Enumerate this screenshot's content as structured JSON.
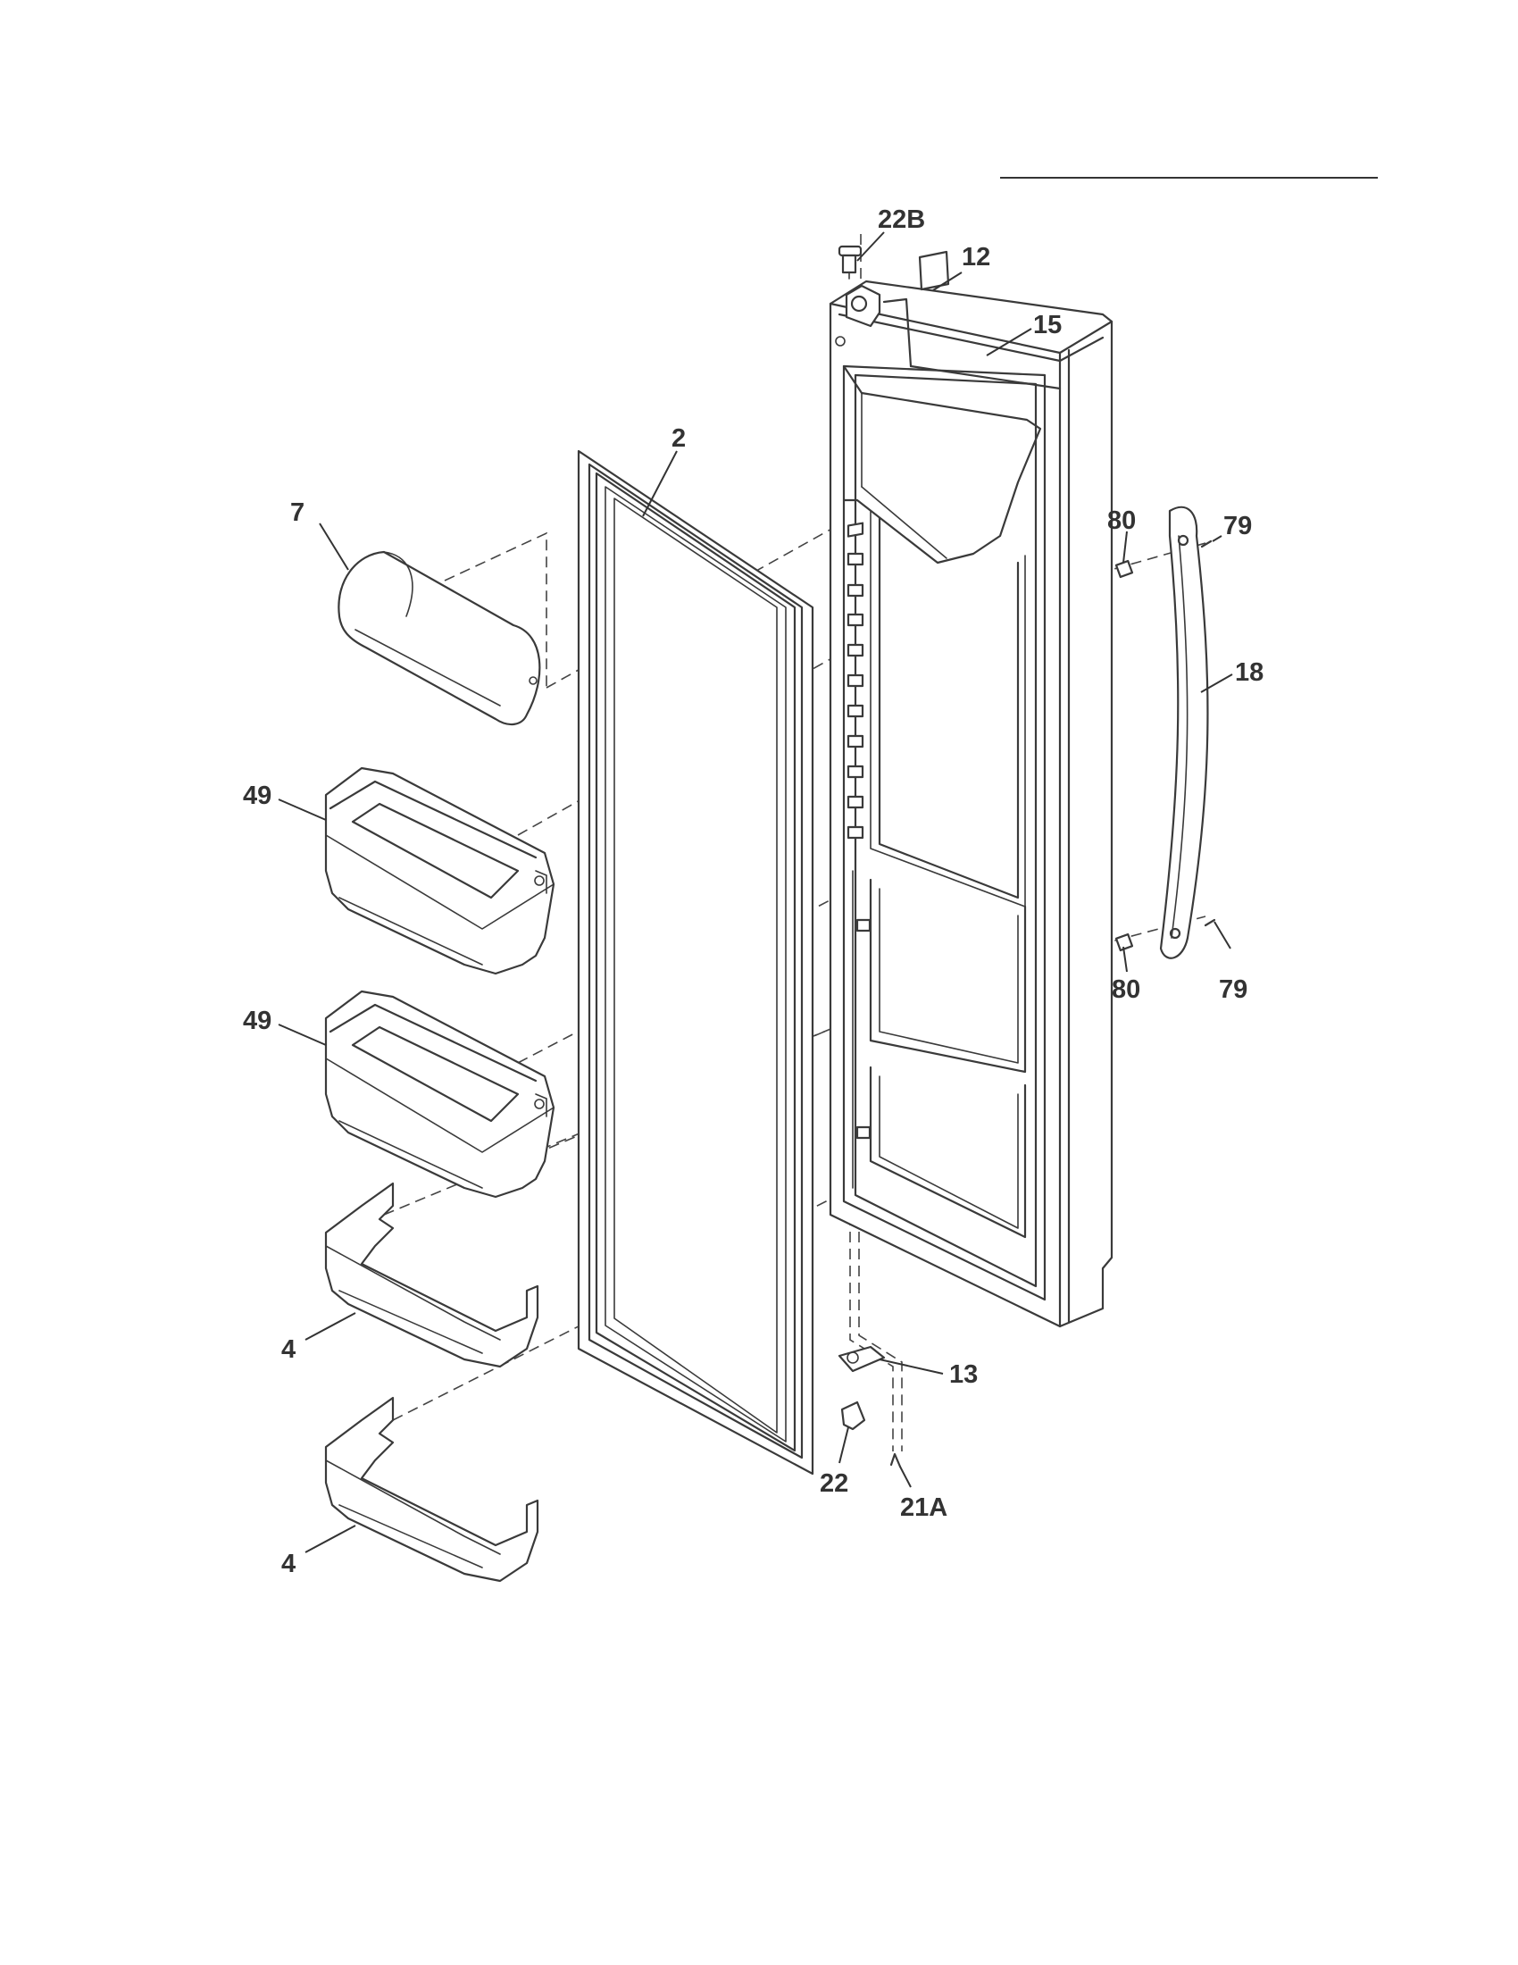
{
  "callouts": {
    "c22B": "22B",
    "c12": "12",
    "c15": "15",
    "c2": "2",
    "c7": "7",
    "c80a": "80",
    "c79a": "79",
    "c18": "18",
    "c49a": "49",
    "c49b": "49",
    "c80b": "80",
    "c79b": "79",
    "c4a": "4",
    "c13": "13",
    "c22": "22",
    "c21A": "21A",
    "c4b": "4"
  }
}
